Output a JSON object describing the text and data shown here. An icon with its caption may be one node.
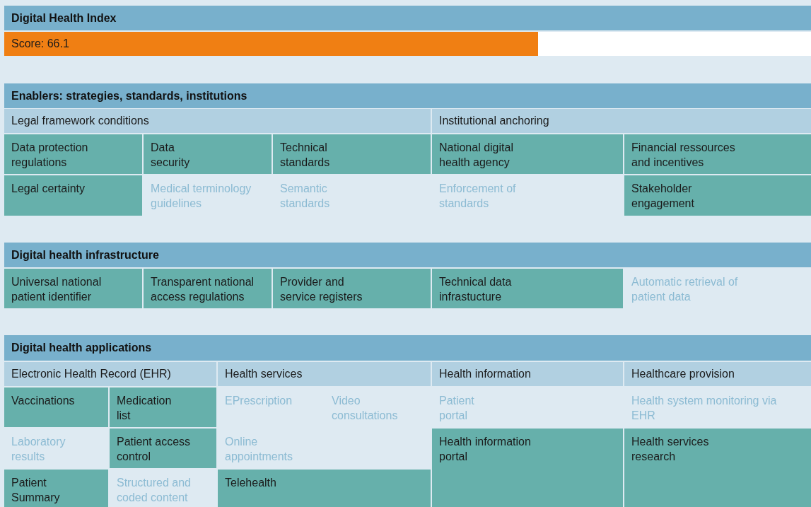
{
  "diagram": {
    "nodes": [
      {
        "text": [
          "Digital Health Index"
        ]
      },
      {
        "text": [
          "Score: 66.1"
        ]
      },
      {
        "text": [
          "Enablers: strategies, standards, institutions"
        ]
      },
      {
        "text": [
          "Legal framework conditions"
        ]
      },
      {
        "text": [
          "Institutional anchoring"
        ]
      },
      {
        "text": [
          "Data protection regulations"
        ]
      },
      {
        "text": [
          "Data security"
        ]
      },
      {
        "text": [
          "Technical standards"
        ]
      },
      {
        "text": [
          "National digital health agency"
        ]
      },
      {
        "text": [
          "Financial ressources and incentives"
        ]
      },
      {
        "text": [
          "Legal certainty"
        ]
      },
      {
        "text": [
          "Medical terminology guidelines"
        ]
      },
      {
        "text": [
          "Semantic standards"
        ]
      },
      {
        "text": [
          "Enforcement of standards"
        ]
      },
      {
        "text": [
          "Stakeholder engagement"
        ]
      },
      {
        "text": [
          "Digital health infrastructure"
        ]
      },
      {
        "text": [
          "Universal national patient identifier"
        ]
      },
      {
        "text": [
          "Transparent national access regulations"
        ]
      },
      {
        "text": [
          "Provider and service registers"
        ]
      },
      {
        "text": [
          "Technical data infrastucture"
        ]
      },
      {
        "text": [
          "Automatic retrieval of patient data"
        ]
      },
      {
        "text": [
          "Digital health applications"
        ]
      },
      {
        "text": [
          "Electronic Health Record (EHR)"
        ]
      },
      {
        "text": [
          "Health services"
        ]
      },
      {
        "text": [
          "Health information"
        ]
      },
      {
        "text": [
          "Healthcare provision"
        ]
      },
      {
        "text": [
          "Vaccinations"
        ]
      },
      {
        "text": [
          "Medication list"
        ]
      },
      {
        "text": [
          "EPrescription"
        ]
      },
      {
        "text": [
          "Video consultations"
        ]
      },
      {
        "text": [
          "Patient portal"
        ]
      },
      {
        "text": [
          "Health system monitoring via EHR"
        ]
      },
      {
        "text": [
          "Laboratory results"
        ]
      },
      {
        "text": [
          "Patient access control"
        ]
      },
      {
        "text": [
          "Online appointments"
        ]
      },
      {
        "text": [
          "Health information portal"
        ]
      },
      {
        "text": [
          "Health services research"
        ]
      },
      {
        "text": [
          "Patient Summary"
        ]
      },
      {
        "text": [
          "Structured and coded content"
        ]
      },
      {
        "text": [
          "Telehealth"
        ]
      }
    ],
    "edges": []
  }
}
